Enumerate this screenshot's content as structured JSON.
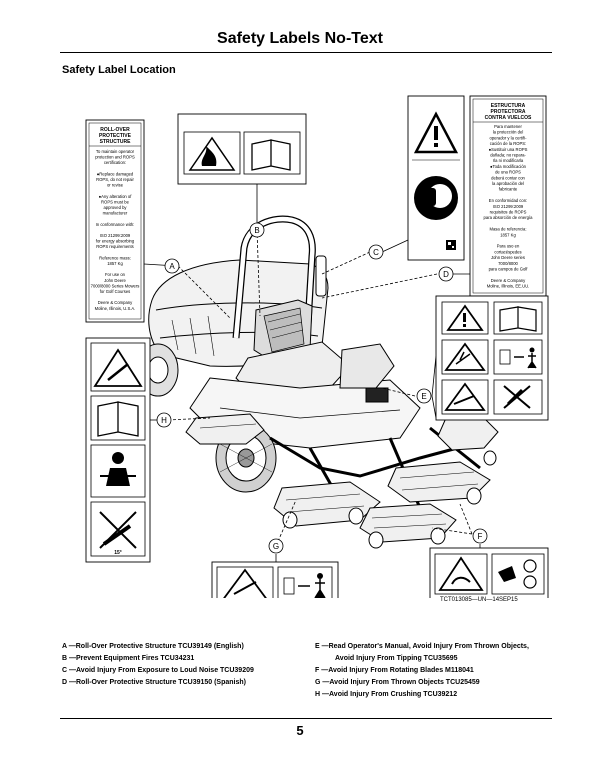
{
  "page_title": "Safety Labels No-Text",
  "section_title": "Safety Label Location",
  "figure_code": "TCT013085—UN—14SEP15",
  "page_number": "5",
  "callouts": [
    "A",
    "B",
    "C",
    "D",
    "E",
    "F",
    "G",
    "H"
  ],
  "label_a": {
    "header": [
      "ROLL-OVER",
      "PROTECTIVE",
      "STRUCTURE"
    ],
    "body": [
      "To maintain operator",
      "protection and ROPS",
      "certification:",
      "",
      "●Replace damaged",
      "ROPS, do not repair",
      "or revise",
      "",
      "●Any alteration of",
      "ROPS must be",
      "approved by",
      "manufacturer",
      "",
      "In conformance with:",
      "",
      "ISO 21299:2009",
      "for energy absorbing",
      "ROPS requirements",
      "",
      "Reference mass:",
      "1857 Kg",
      "",
      "For use on",
      "John Deere",
      "7000/8000 Series Mowers",
      "for Golf Courses",
      "",
      "Deere & Company",
      "Moline, Illinois, U.S.A."
    ]
  },
  "label_d": {
    "header": [
      "ESTRUCTURA",
      "PROTECTORA",
      "CONTRA VUELCOS"
    ],
    "body": [
      "Para mantener",
      "la protección del",
      "operador y la certifi-",
      "cación de la ROPS:",
      "●Sustituir una ROPS",
      "dañada; no repara-",
      "rla ni modificarla",
      "●Toda modificación",
      "de una ROPS",
      "deberá contar con",
      "la aprobación del",
      "fabricante",
      "",
      "En conformidad con:",
      "ISO 21299:2009",
      "requisitos de ROPS",
      "para absorción de energía",
      "",
      "Masa de referencia:",
      "1857 Kg",
      "",
      "Para uso en",
      "cortacéspedes",
      "John Deere series",
      "7000/8000",
      "para campos de Golf",
      "",
      "Deere & Company",
      "Moline, Illinois, EE.UU."
    ]
  },
  "label_h_angle": "15°",
  "legend": [
    {
      "id": "A",
      "text": "A —Roll-Over Protective Structure TCU39149 (English)"
    },
    {
      "id": "B",
      "text": "B —Prevent Equipment Fires TCU34231"
    },
    {
      "id": "C",
      "text": "C —Avoid Injury From Exposure to Loud Noise TCU39209"
    },
    {
      "id": "D",
      "text": "D —Roll-Over Protective Structure TCU39150 (Spanish)"
    },
    {
      "id": "E",
      "text": "E —Read Operator's Manual, Avoid Injury From Thrown Objects,",
      "cont": "Avoid Injury From Tipping TCU35695"
    },
    {
      "id": "F",
      "text": "F —Avoid Injury From Rotating Blades M118041"
    },
    {
      "id": "G",
      "text": "G —Avoid Injury From Thrown Objects TCU25459"
    },
    {
      "id": "H",
      "text": "H —Avoid Injury From Crushing TCU39212"
    }
  ]
}
